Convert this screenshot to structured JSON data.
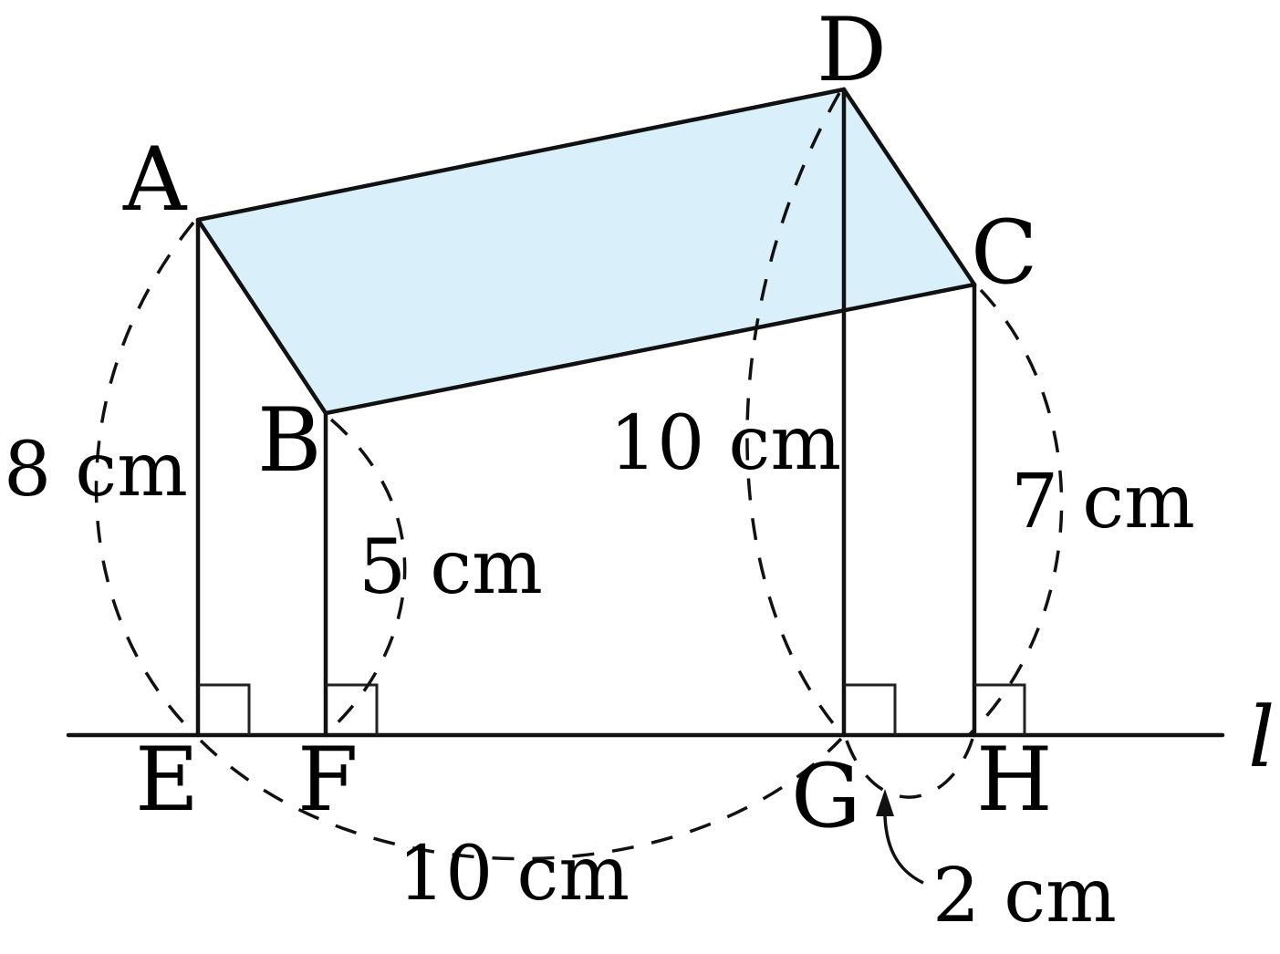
{
  "figure": {
    "fill_color": "#d9f0fa",
    "stroke_color": "#111111",
    "points": {
      "A": "A",
      "B": "B",
      "C": "C",
      "D": "D",
      "E": "E",
      "F": "F",
      "G": "G",
      "H": "H"
    },
    "line_name": "l",
    "lengths": {
      "AE": "8 cm",
      "BF": "5 cm",
      "DG": "10 cm",
      "CH": "7 cm",
      "EG": "10 cm",
      "GH": "2 cm"
    }
  }
}
